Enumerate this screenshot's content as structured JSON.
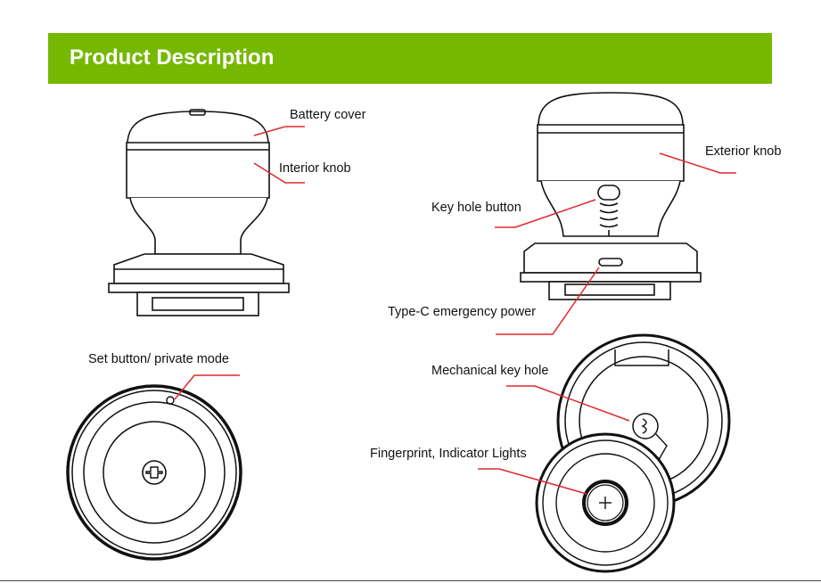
{
  "header": {
    "title": "Product Description"
  },
  "labels": {
    "battery_cover": "Battery cover",
    "interior_knob": "Interior knob",
    "exterior_knob": "Exterior knob",
    "key_hole_button": "Key hole button",
    "type_c_power": "Type-C emergency power",
    "set_button": "Set button/ private mode",
    "mechanical_key_hole": "Mechanical key hole",
    "fingerprint_lights": "Fingerprint, Indicator Lights"
  },
  "colors": {
    "banner": "#76b800",
    "callout": "#e0282e",
    "outline": "#111111"
  }
}
